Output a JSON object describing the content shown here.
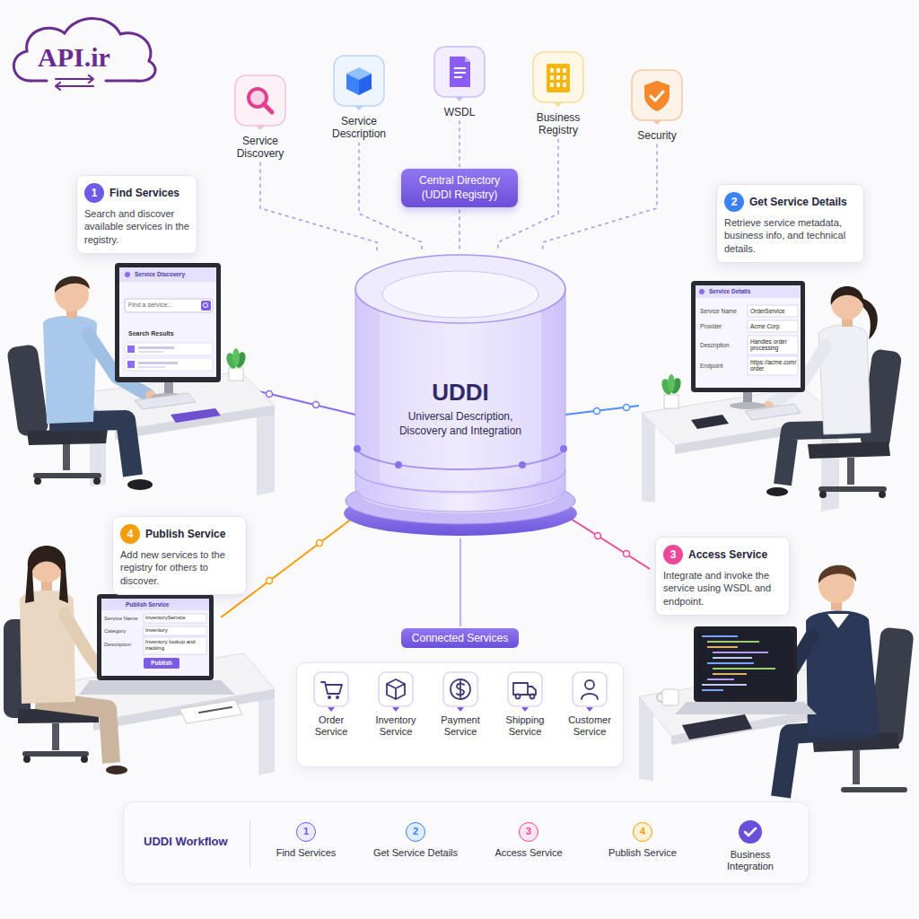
{
  "diagram": {
    "nodes": [
      {
        "text": [
          "Service Discovery"
        ]
      },
      {
        "text": [
          "Service Description"
        ]
      },
      {
        "text": [
          "WSDL"
        ]
      },
      {
        "text": [
          "Business Registry"
        ]
      },
      {
        "text": [
          "Security"
        ]
      },
      {
        "text": [
          "Central Directory (UDDI Registry)"
        ]
      },
      {
        "text": [
          "1",
          "Find Services",
          "Search and discover available services in the registry."
        ]
      },
      {
        "text": [
          "2",
          "Get Service Details",
          "Retrieve service metadata, business info, and technical details."
        ]
      },
      {
        "text": [
          "UDDI",
          "Universal Description, Discovery and Integration"
        ]
      },
      {
        "text": [
          "4",
          "Publish Service",
          "Add new services to the registry for others to discover."
        ]
      },
      {
        "text": [
          "3",
          "Access Service",
          "Integrate and invoke the service using WSDL and endpoint."
        ]
      },
      {
        "text": [
          "Connected Services"
        ]
      },
      {
        "text": [
          "Order Service"
        ],
        "in": 11
      },
      {
        "text": [
          "Inventory Service"
        ],
        "in": 11
      },
      {
        "text": [
          "Payment Service"
        ],
        "in": 11
      },
      {
        "text": [
          "Shipping Service"
        ],
        "in": 11
      },
      {
        "text": [
          "Customer Service"
        ],
        "in": 11
      },
      {
        "text": [
          "UDDI Workflow"
        ]
      },
      {
        "text": [
          "1",
          "Find Services"
        ],
        "in": 17
      },
      {
        "text": [
          "2",
          "Get Service Details"
        ],
        "in": 17
      },
      {
        "text": [
          "3",
          "Access Service"
        ],
        "in": 17
      },
      {
        "text": [
          "4",
          "Publish Service"
        ],
        "in": 17
      },
      {
        "text": [
          "Business Integration"
        ],
        "in": 17
      }
    ],
    "edges": [
      {
        "from": 0,
        "to": 8,
        "arrow": "none"
      },
      {
        "from": 1,
        "to": 8,
        "arrow": "none"
      },
      {
        "from": 2,
        "to": 5,
        "arrow": "none"
      },
      {
        "from": 3,
        "to": 8,
        "arrow": "none"
      },
      {
        "from": 4,
        "to": 8,
        "arrow": "none"
      },
      {
        "from": 5,
        "to": 8,
        "arrow": "none"
      },
      {
        "from": 8,
        "to": 11,
        "arrow": "none"
      },
      {
        "from": 18,
        "to": 19,
        "arrow": "to"
      },
      {
        "from": 19,
        "to": 20,
        "arrow": "to"
      },
      {
        "from": 20,
        "to": 21,
        "arrow": "to"
      },
      {
        "from": 21,
        "to": 22,
        "arrow": "to"
      }
    ],
    "labels": [
      "API.ir",
      "Service Discovery",
      "Find a service...",
      "Search Results",
      "Service Details",
      "Service Name",
      "OrderService",
      "Provider",
      "Acme Corp",
      "Description",
      "Handles order processing",
      "Endpoint",
      "https://acme.com/order",
      "Publish Service",
      "Service Name",
      "InventoryService",
      "Category",
      "Inventory",
      "Description",
      "Inventory lookup and tracking",
      "Publish"
    ]
  }
}
